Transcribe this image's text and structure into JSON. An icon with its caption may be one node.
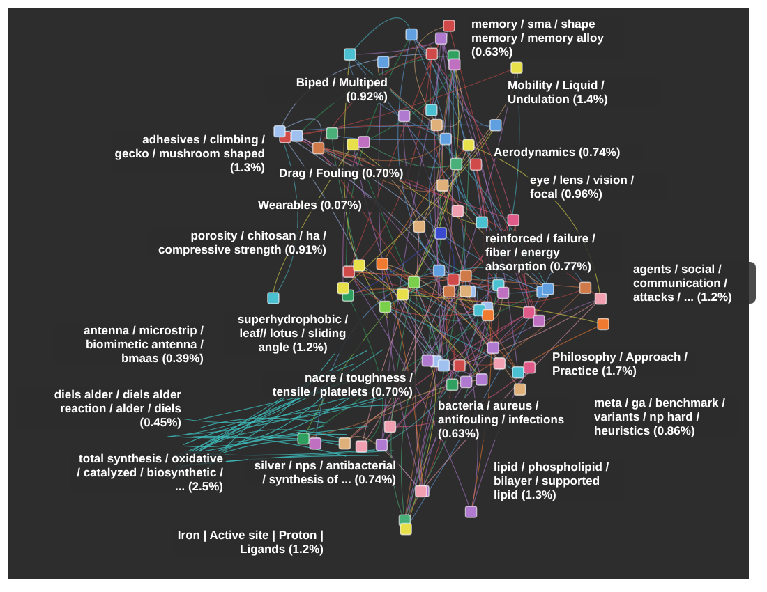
{
  "diagram": {
    "labels": [
      "memory / sma / shape memory / memory alloy (0.63%)",
      "Biped / Multiped (0.92%)",
      "Mobility / Liquid / Undulation (1.4%)",
      "adhesives / climbing / gecko / mushroom shaped (1.3%)",
      "Drag / Fouling (0.70%)",
      "Aerodynamics (0.74%)",
      "eye / lens / vision / focal (0.96%)",
      "Wearables (0.07%)",
      "porosity / chitosan / ha / compressive strength (0.91%)",
      "reinforced / failure / fiber / energy absorption (0.77%)",
      "agents / social / communication / attacks / ... (1.2%)",
      "superhydrophobic / leaf// lotus / sliding angle (1.2%)",
      "antenna / microstrip / biomimetic antenna / bmaas (0.39%)",
      "Philosophy / Approach / Practice (1.7%)",
      "nacre / toughness / tensile / platelets (0.70%)",
      "diels alder / diels alder reaction / alder / diels (0.45%)",
      "meta / ga / benchmark / variants / np hard / heuristics (0.86%)",
      "bacteria / aureus / antifouling / infections (0.63%)",
      "total synthesis / oxidative / catalyzed / biosynthetic / ... (2.5%)",
      "silver / nps / antibacterial / synthesis of ... (0.74%)",
      "lipid / phospholipid / bilayer / supported lipid (1.3%)",
      "Iron | Active site | Proton | Ligands (1.2%)"
    ]
  }
}
